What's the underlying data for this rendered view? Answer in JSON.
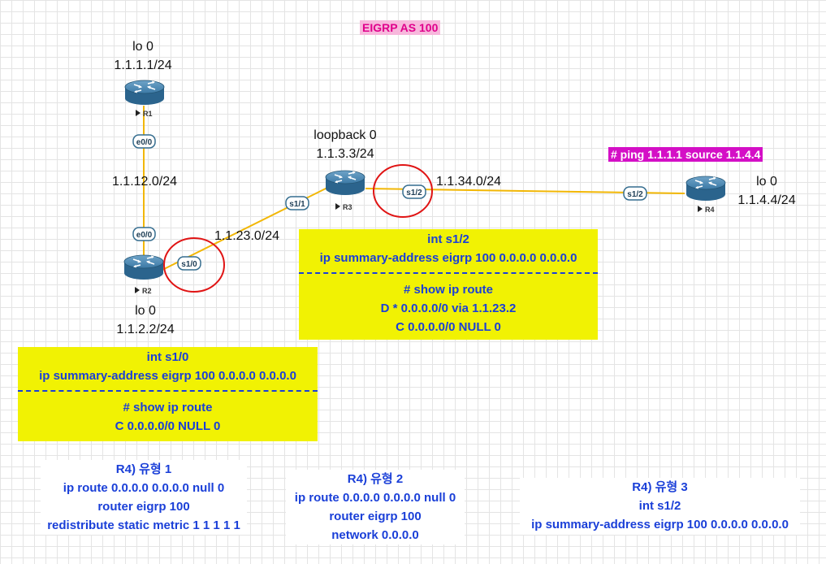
{
  "title": "EIGRP AS 100",
  "ping_command": "# ping 1.1.1.1 source 1.1.4.4",
  "routers": {
    "r1": {
      "name": "R1",
      "lo_name": "lo 0",
      "lo_addr": "1.1.1.1/24"
    },
    "r2": {
      "name": "R2",
      "lo_name": "lo 0",
      "lo_addr": "1.1.2.2/24"
    },
    "r3": {
      "name": "R3",
      "lo_name": "loopback 0",
      "lo_addr": "1.1.3.3/24"
    },
    "r4": {
      "name": "R4",
      "lo_name": "lo 0",
      "lo_addr": "1.1.4.4/24"
    }
  },
  "interfaces": {
    "r1_e00": "e0/0",
    "r2_e00": "e0/0",
    "r2_s10": "s1/0",
    "r3_s11": "s1/1",
    "r3_s12": "s1/2",
    "r4_s12": "s1/2"
  },
  "networks": {
    "r1_r2": "1.1.12.0/24",
    "r2_r3": "1.1.23.0/24",
    "r3_r4": "1.1.34.0/24"
  },
  "notes": {
    "r3_box": {
      "config": [
        "int s1/2",
        "ip summary-address eigrp 100 0.0.0.0 0.0.0.0"
      ],
      "output": [
        "# show ip route",
        "D * 0.0.0.0/0 via 1.1.23.2",
        "C 0.0.0.0/0 NULL 0"
      ]
    },
    "r2_box": {
      "config": [
        "int s1/0",
        "ip summary-address eigrp 100 0.0.0.0 0.0.0.0"
      ],
      "output": [
        "# show ip route",
        "C 0.0.0.0/0 NULL 0"
      ]
    },
    "type1": [
      "R4) 유형 1",
      "ip route 0.0.0.0 0.0.0.0 null 0",
      "router eigrp 100",
      "redistribute static metric 1 1 1 1 1"
    ],
    "type2": [
      "R4) 유형 2",
      "ip route 0.0.0.0 0.0.0.0 null 0",
      "router eigrp 100",
      "network 0.0.0.0"
    ],
    "type3": [
      "R4) 유형 3",
      "int s1/2",
      "ip summary-address eigrp 100 0.0.0.0 0.0.0.0"
    ]
  },
  "colors": {
    "link": "#f2b705",
    "router_body": "#2f6f99",
    "highlight_circle": "#e01414",
    "note_box": "#f1f203",
    "note_text": "#1a3fd8",
    "title_bg": "#f7b8dc",
    "title_text": "#e0008c",
    "ping_bg": "#d40fc6"
  }
}
